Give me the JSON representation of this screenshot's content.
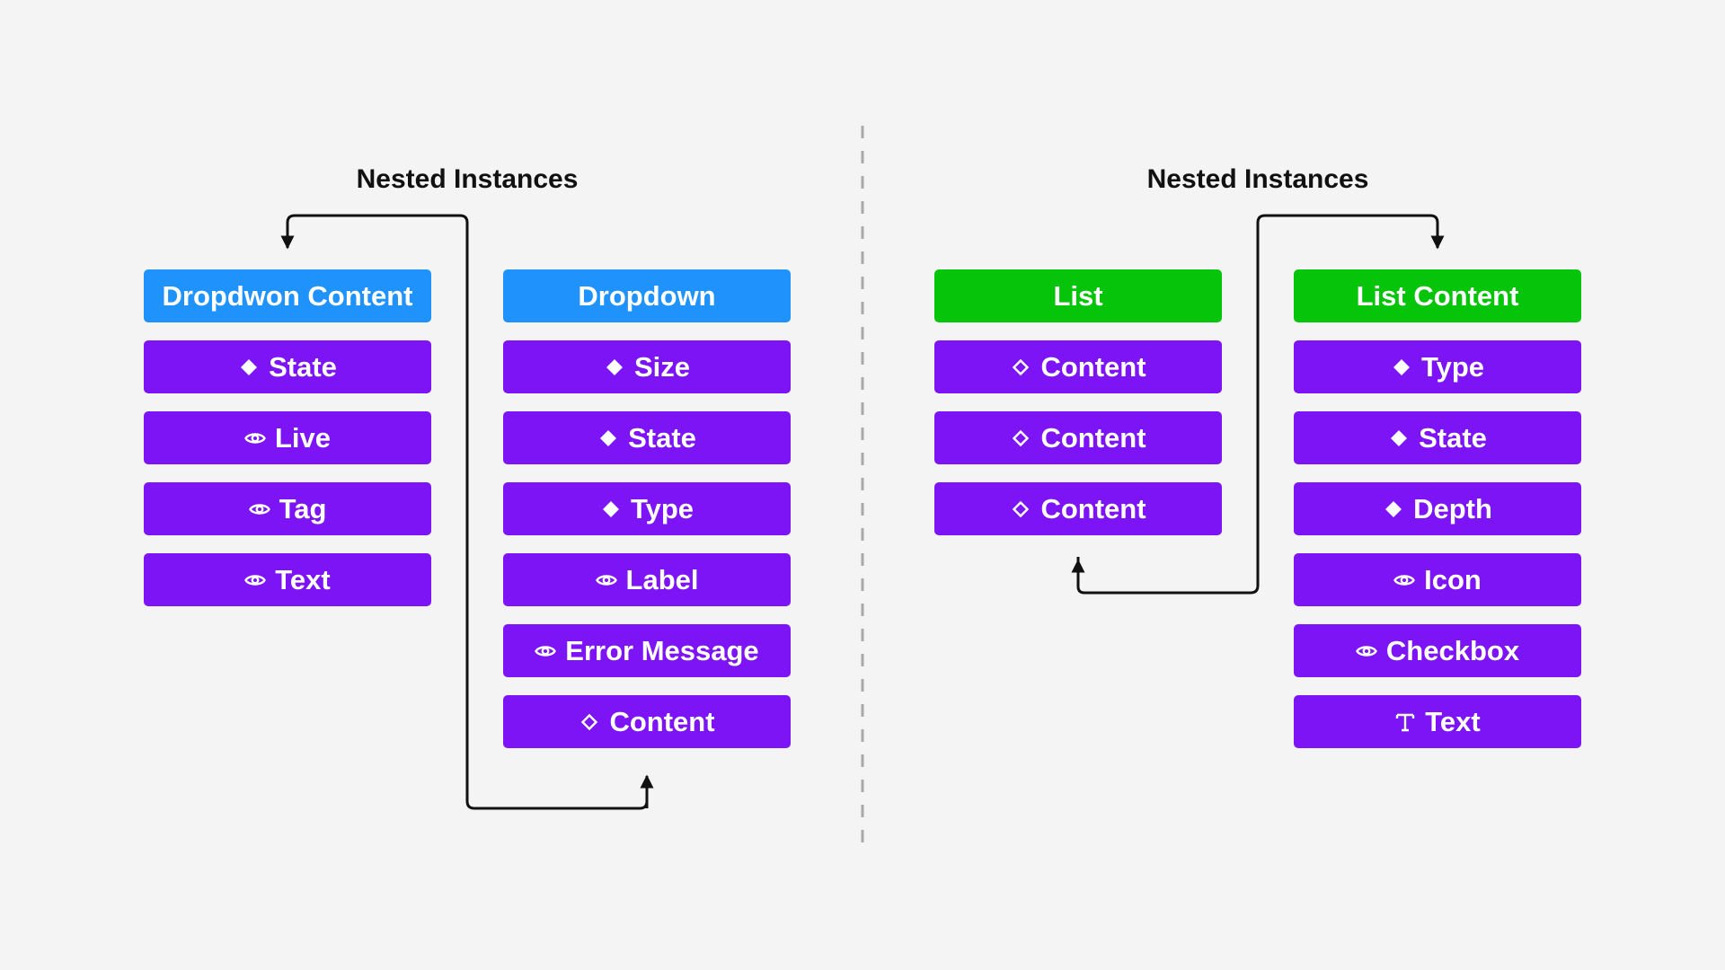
{
  "colors": {
    "background": "#f4f4f4",
    "dropdown_header": "#1f93fb",
    "list_header": "#06c40a",
    "property": "#7c14f5",
    "connector": "#111111",
    "divider": "#a9a9a9"
  },
  "left": {
    "heading": "Nested Instances",
    "columns": [
      {
        "header": "Dropdwon Content",
        "items": [
          {
            "icon": "diamond-filled-icon",
            "label": "State"
          },
          {
            "icon": "eye-icon",
            "label": "Live"
          },
          {
            "icon": "eye-icon",
            "label": "Tag"
          },
          {
            "icon": "eye-icon",
            "label": "Text"
          }
        ]
      },
      {
        "header": "Dropdown",
        "items": [
          {
            "icon": "diamond-filled-icon",
            "label": "Size"
          },
          {
            "icon": "diamond-filled-icon",
            "label": "State"
          },
          {
            "icon": "diamond-filled-icon",
            "label": "Type"
          },
          {
            "icon": "eye-icon",
            "label": "Label"
          },
          {
            "icon": "eye-icon",
            "label": "Error Message"
          },
          {
            "icon": "diamond-outline-icon",
            "label": "Content"
          }
        ]
      }
    ]
  },
  "right": {
    "heading": "Nested Instances",
    "columns": [
      {
        "header": "List",
        "items": [
          {
            "icon": "diamond-outline-icon",
            "label": "Content"
          },
          {
            "icon": "diamond-outline-icon",
            "label": "Content"
          },
          {
            "icon": "diamond-outline-icon",
            "label": "Content"
          }
        ]
      },
      {
        "header": "List Content",
        "items": [
          {
            "icon": "diamond-filled-icon",
            "label": "Type"
          },
          {
            "icon": "diamond-filled-icon",
            "label": "State"
          },
          {
            "icon": "diamond-filled-icon",
            "label": "Depth"
          },
          {
            "icon": "eye-icon",
            "label": "Icon"
          },
          {
            "icon": "eye-icon",
            "label": "Checkbox"
          },
          {
            "icon": "text-icon",
            "label": "Text"
          }
        ]
      }
    ]
  }
}
